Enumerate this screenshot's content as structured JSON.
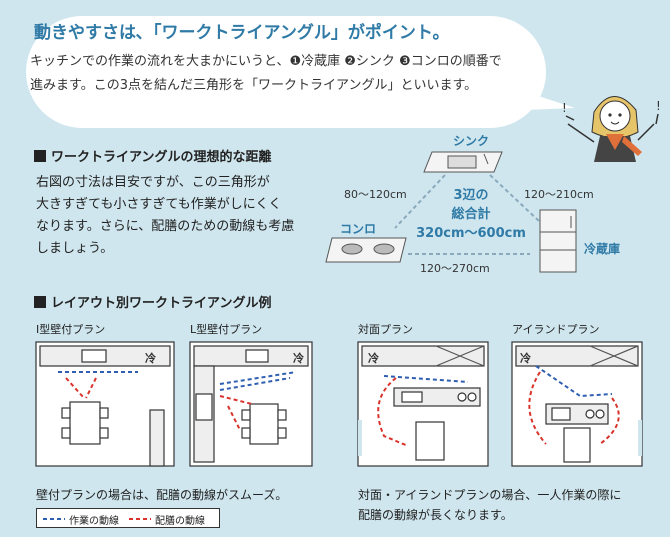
{
  "header": {
    "title": "動きやすさは､「ワークトライアングル」がポイント。",
    "line1": "キッチンでの作業の流れを大まかにいうと、❶冷蔵庫 ❷シンク ❸コンロの順番で",
    "line2": "進みます。この3点を結んだ三角形を「ワークトライアングル」といいます。"
  },
  "ideal": {
    "heading": "ワークトライアングルの理想的な距離",
    "text": [
      "右図の寸法は目安ですが、この三角形が",
      "大きすぎても小さすぎても作業がしにくく",
      "なります。さらに、配膳のための動線も考慮",
      "しましょう。"
    ]
  },
  "triangle": {
    "sink": "シンク",
    "stove": "コンロ",
    "fridge": "冷蔵庫",
    "left_distance": "80～120cm",
    "right_distance": "120～210cm",
    "bottom_distance": "120～270cm",
    "total_line1": "3辺の",
    "total_line2": "総合計",
    "total_line3": "320cm～600cm"
  },
  "layouts": {
    "heading": "レイアウト別ワークトライアングル例",
    "plan_i": "I型壁付プラン",
    "plan_l": "L型壁付プラン",
    "plan_face": "対面プラン",
    "plan_island": "アイランドプラン",
    "fridge_mark": "冷",
    "note_wall": "壁付プランの場合は、配膳の動線がスムーズ。",
    "note_face_1": "対面・アイランドプランの場合、一人作業の際に",
    "note_face_2": "配膳の動線が長くなります。"
  },
  "legend": {
    "work": "作業の動線",
    "serve": "配膳の動線"
  },
  "colors": {
    "blue": "#2f5fb0",
    "red": "#d9332b",
    "accent": "#2f7aa6",
    "background": "#cfe6ee"
  }
}
